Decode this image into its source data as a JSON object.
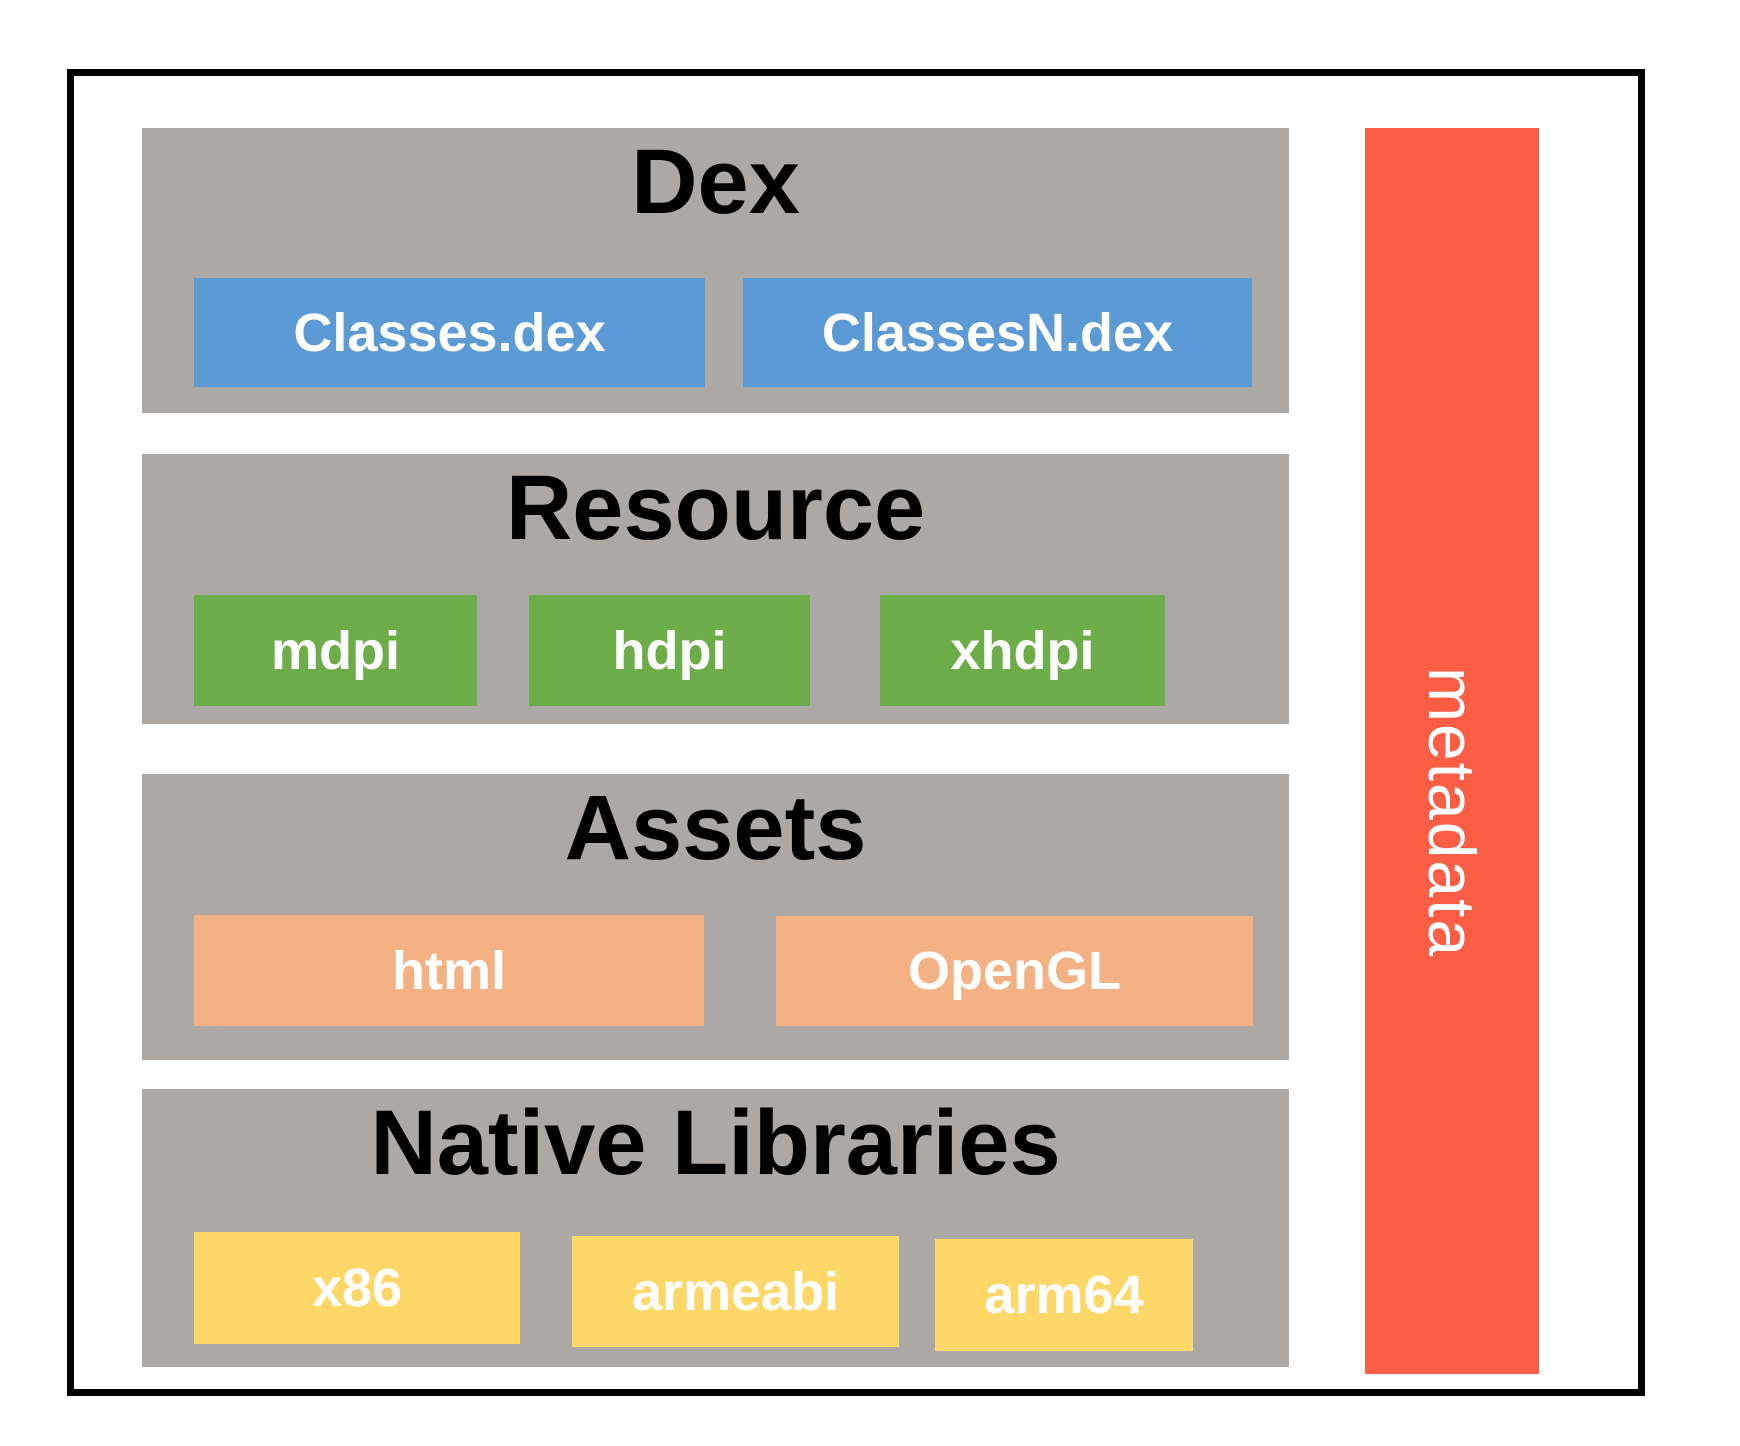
{
  "diagram": {
    "sections": [
      {
        "title": "Dex",
        "boxes": [
          {
            "label": "Classes.dex"
          },
          {
            "label": "ClassesN.dex"
          }
        ]
      },
      {
        "title": "Resource",
        "boxes": [
          {
            "label": "mdpi"
          },
          {
            "label": "hdpi"
          },
          {
            "label": "xhdpi"
          }
        ]
      },
      {
        "title": "Assets",
        "boxes": [
          {
            "label": "html"
          },
          {
            "label": "OpenGL"
          }
        ]
      },
      {
        "title": "Native Libraries",
        "boxes": [
          {
            "label": "x86"
          },
          {
            "label": "armeabi"
          },
          {
            "label": "arm64"
          }
        ]
      }
    ],
    "metadata_bar": {
      "label": "metadata"
    },
    "colors": {
      "section_bg": "#ACA8A6",
      "dex_box_bg": "#5B9AD5",
      "resource_box_bg": "#6DAD49",
      "assets_box_bg": "#F4B183",
      "native_box_bg": "#FDD868",
      "metadata_bar_bg": "#FC5D45",
      "title_text": "#000000",
      "box_text": "#FFFFFF",
      "frame_border": "#000000"
    }
  }
}
